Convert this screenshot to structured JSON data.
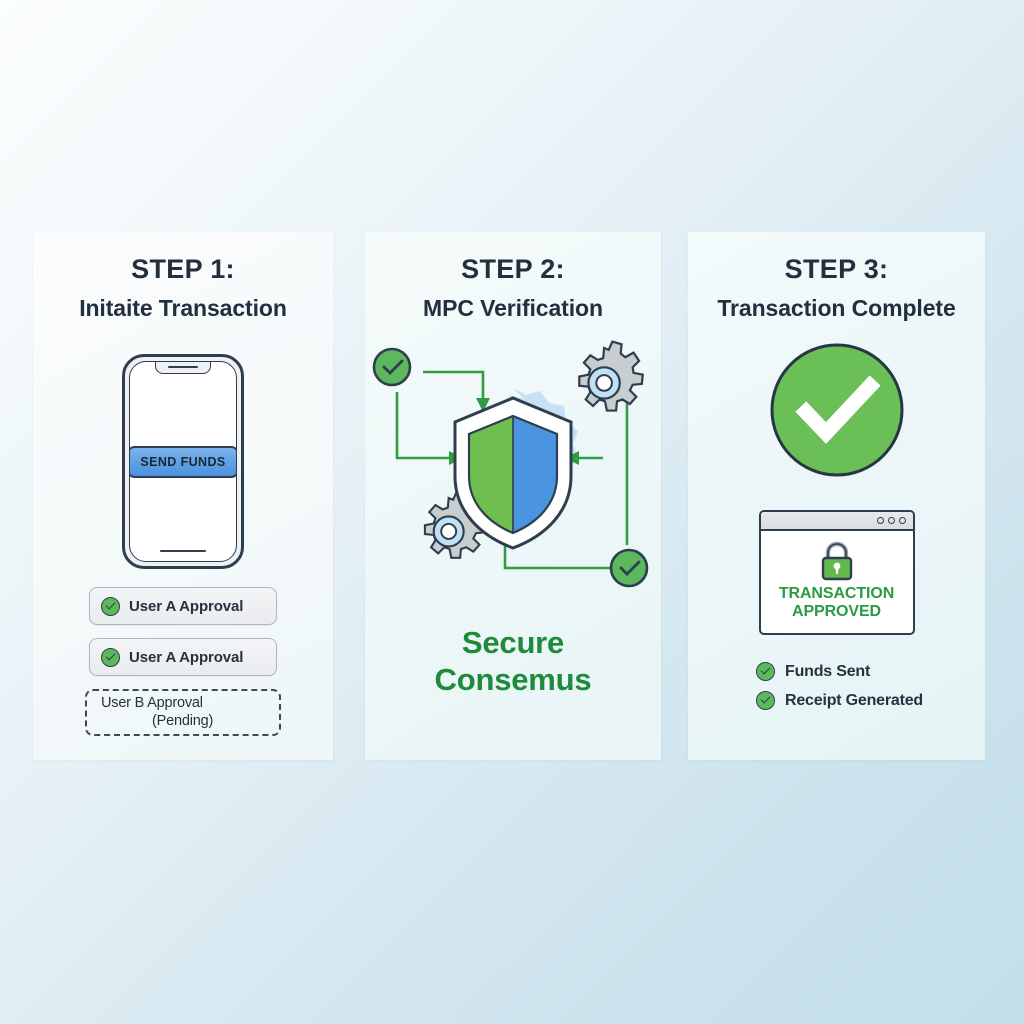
{
  "background": {
    "from": "#fbfdfe",
    "to": "#c2dfea"
  },
  "colors": {
    "ink": "#22303e",
    "green": "#5cb85c",
    "green_text": "#2a9a43",
    "consensus_green": "#1f8a3b",
    "blue_button": "#5d9fe4",
    "gear_gray": "#c8cdd0",
    "shield_green": "#6fbf4e",
    "shield_blue": "#4a94e0"
  },
  "panels": [
    {
      "step_label": "STEP 1:",
      "step_title": "Initaite Transaction",
      "phone": {
        "button_label": "SEND FUNDS",
        "notch_icon": "speaker-notch",
        "home_icon": "home-indicator"
      },
      "approvals": [
        {
          "icon": "check-circle-icon",
          "label": "User A Approval",
          "state": "approved"
        },
        {
          "icon": "check-circle-icon",
          "label": "User A Approval",
          "state": "approved"
        }
      ],
      "pending": {
        "line1": "User B Approval",
        "line2": "(Pending)",
        "state": "pending"
      }
    },
    {
      "step_label": "STEP 2:",
      "step_title": "MPC Verification",
      "diagram": {
        "center_icon": "shield-icon",
        "gear_icons": [
          "gear-icon",
          "gear-icon"
        ],
        "check_icons": [
          "check-circle-icon",
          "check-circle-icon"
        ],
        "arrow_count": 4
      },
      "caption_line1": "Secure",
      "caption_line2": "Consemus"
    },
    {
      "step_label": "STEP 3:",
      "step_title": "Transaction Complete",
      "hero_icon": "check-circle-icon",
      "receipt_window": {
        "window_dots": 3,
        "lock_icon": "lock-icon",
        "status_line1": "TRANSACTION",
        "status_line2": "APPROVED"
      },
      "results": [
        {
          "icon": "check-circle-icon",
          "label": "Funds Sent"
        },
        {
          "icon": "check-circle-icon",
          "label": "Receipt Generated"
        }
      ]
    }
  ]
}
